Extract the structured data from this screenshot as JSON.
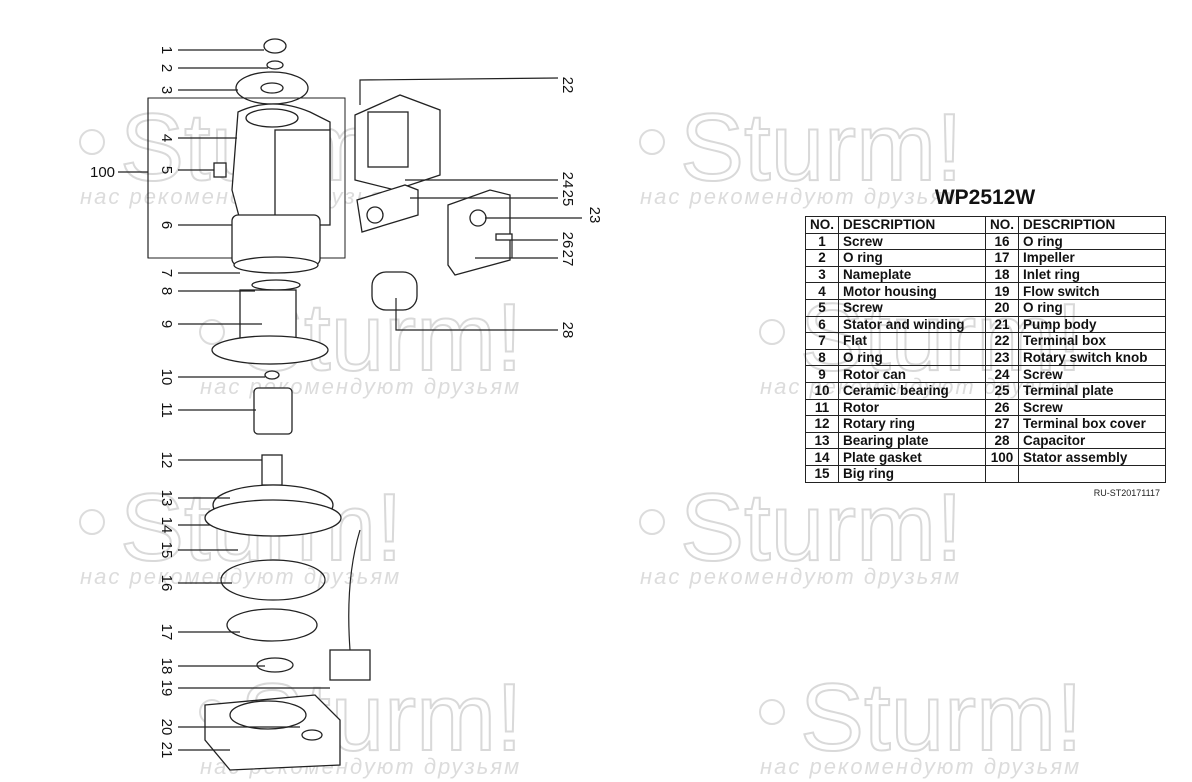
{
  "watermark": {
    "brand": "Sturm!",
    "slogan": "нас рекомендуют друзьям"
  },
  "title": "WP2512W",
  "table": {
    "headers": {
      "no": "NO.",
      "description": "DESCRIPTION"
    },
    "left": [
      {
        "no": "1",
        "description": "Screw"
      },
      {
        "no": "2",
        "description": "O ring"
      },
      {
        "no": "3",
        "description": "Nameplate"
      },
      {
        "no": "4",
        "description": "Motor housing"
      },
      {
        "no": "5",
        "description": "Screw"
      },
      {
        "no": "6",
        "description": "Stator and winding"
      },
      {
        "no": "7",
        "description": "Flat"
      },
      {
        "no": "8",
        "description": "O ring"
      },
      {
        "no": "9",
        "description": "Rotor can"
      },
      {
        "no": "10",
        "description": "Ceramic bearing"
      },
      {
        "no": "11",
        "description": "Rotor"
      },
      {
        "no": "12",
        "description": "Rotary ring"
      },
      {
        "no": "13",
        "description": "Bearing plate"
      },
      {
        "no": "14",
        "description": "Plate gasket"
      },
      {
        "no": "15",
        "description": "Big ring"
      }
    ],
    "right": [
      {
        "no": "16",
        "description": "O ring"
      },
      {
        "no": "17",
        "description": "Impeller"
      },
      {
        "no": "18",
        "description": "Inlet ring"
      },
      {
        "no": "19",
        "description": "Flow switch"
      },
      {
        "no": "20",
        "description": "O ring"
      },
      {
        "no": "21",
        "description": "Pump body"
      },
      {
        "no": "22",
        "description": "Terminal box"
      },
      {
        "no": "23",
        "description": "Rotary switch knob"
      },
      {
        "no": "24",
        "description": "Screw"
      },
      {
        "no": "25",
        "description": "Terminal plate"
      },
      {
        "no": "26",
        "description": "Screw"
      },
      {
        "no": "27",
        "description": "Terminal box cover"
      },
      {
        "no": "28",
        "description": "Capacitor"
      },
      {
        "no": "100",
        "description": "Stator assembly"
      },
      {
        "no": "",
        "description": ""
      }
    ]
  },
  "callouts": [
    "1",
    "2",
    "3",
    "4",
    "5",
    "6",
    "7",
    "8",
    "9",
    "10",
    "11",
    "12",
    "13",
    "14",
    "15",
    "16",
    "17",
    "18",
    "19",
    "20",
    "21",
    "22",
    "23",
    "24",
    "25",
    "26",
    "27",
    "28",
    "100"
  ],
  "footer": "RU-ST20171117"
}
